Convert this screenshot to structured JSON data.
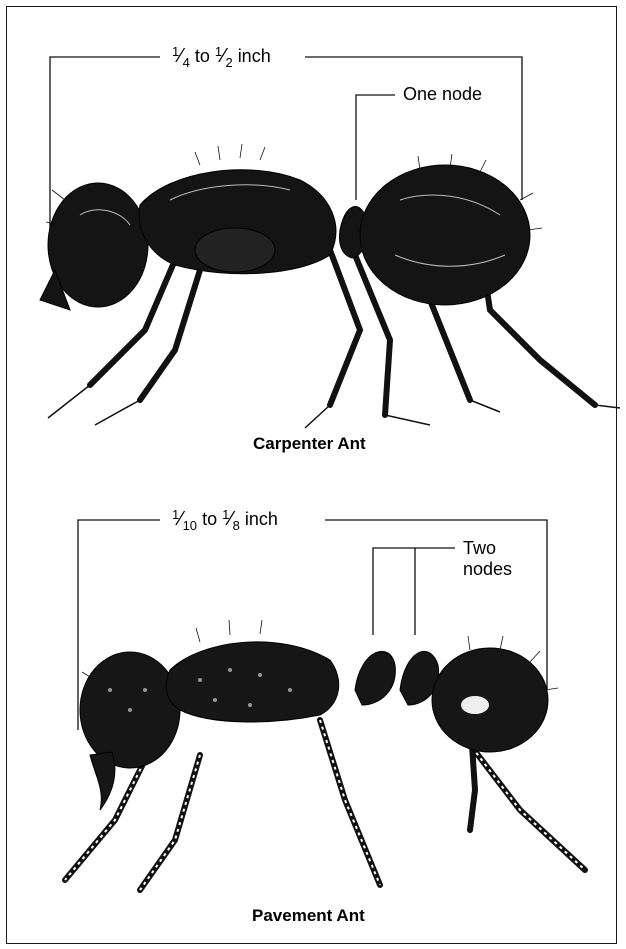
{
  "carpenter": {
    "size_from_num": "1",
    "size_from_den": "4",
    "size_to_text": "to",
    "size_to_num": "1",
    "size_to_den": "2",
    "size_unit": "inch",
    "node_label": "One node",
    "caption": "Carpenter Ant"
  },
  "pavement": {
    "size_from_num": "1",
    "size_from_den": "10",
    "size_to_text": "to",
    "size_to_num": "1",
    "size_to_den": "8",
    "size_unit": "inch",
    "node_label_line1": "Two",
    "node_label_line2": "nodes",
    "caption": "Pavement Ant"
  }
}
